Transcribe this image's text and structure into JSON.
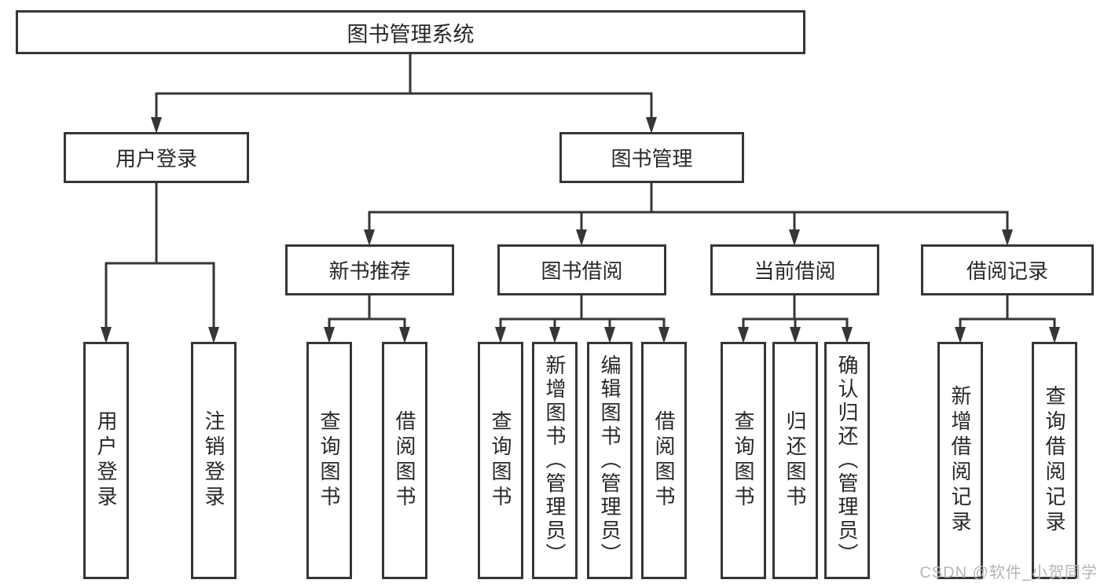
{
  "diagram": {
    "root": {
      "label": "图书管理系统"
    },
    "branches": {
      "user_login": {
        "label": "用户登录",
        "children": [
          {
            "label": "用户登录"
          },
          {
            "label": "注销登录"
          }
        ]
      },
      "book_mgmt": {
        "label": "图书管理",
        "children": [
          {
            "label": "新书推荐",
            "children": [
              {
                "label": "查询图书"
              },
              {
                "label": "借阅图书"
              }
            ]
          },
          {
            "label": "图书借阅",
            "children": [
              {
                "label": "查询图书"
              },
              {
                "label": "新增图书（管理员）"
              },
              {
                "label": "编辑图书（管理员）"
              },
              {
                "label": "借阅图书"
              }
            ]
          },
          {
            "label": "当前借阅",
            "children": [
              {
                "label": "查询图书"
              },
              {
                "label": "归还图书"
              },
              {
                "label": "确认归还（管理员）"
              }
            ]
          },
          {
            "label": "借阅记录",
            "children": [
              {
                "label": "新增借阅记录"
              },
              {
                "label": "查询借阅记录"
              }
            ]
          }
        ]
      }
    }
  },
  "watermark": "CSDN @软件_小贺同学",
  "colors": {
    "line": "#363636",
    "text": "#26282b",
    "box_background": "#ffffff",
    "page_background": "#ffffff",
    "watermark": "#b5b5b5"
  }
}
